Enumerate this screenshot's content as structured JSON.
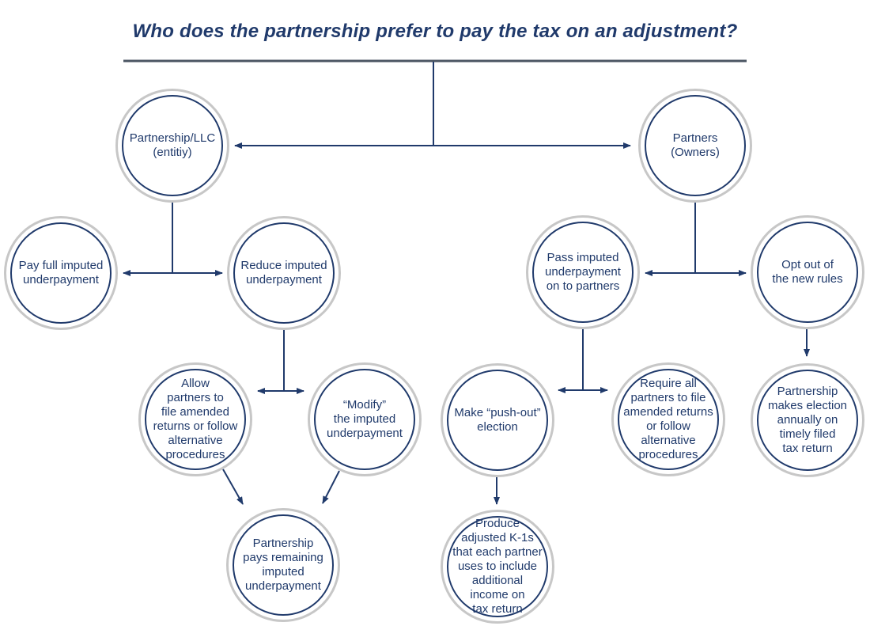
{
  "title": "Who does the partnership prefer to pay the tax on an adjustment?",
  "colors": {
    "node_text": "#203a6b",
    "node_border": "#203a6b",
    "node_outer_ring": "#c7c7c7",
    "connector": "#203a6b",
    "title_underline": "#4b5563",
    "background": "#ffffff"
  },
  "nodes": [
    {
      "id": "partnership-llc",
      "label": "Partnership/LLC\n(entitiy)"
    },
    {
      "id": "partners",
      "label": "Partners\n(Owners)"
    },
    {
      "id": "pay-full-imputed",
      "label": "Pay full imputed\nunderpayment"
    },
    {
      "id": "reduce-imputed",
      "label": "Reduce imputed\nunderpayment"
    },
    {
      "id": "pass-imputed",
      "label": "Pass imputed\nunderpayment\non to partners"
    },
    {
      "id": "opt-out",
      "label": "Opt out of\nthe new rules"
    },
    {
      "id": "allow-partners",
      "label": "Allow\npartners to\nfile amended\nreturns or follow\nalternative\nprocedures"
    },
    {
      "id": "modify-imputed",
      "label": "“Modify”\nthe imputed\nunderpayment"
    },
    {
      "id": "make-push-out",
      "label": "Make “push-out”\nelection"
    },
    {
      "id": "require-all",
      "label": "Require all\npartners to file\namended returns\nor follow\nalternative\nprocedures"
    },
    {
      "id": "election-annually",
      "label": "Partnership\nmakes election\nannually on\ntimely filed\ntax return"
    },
    {
      "id": "partnership-pays",
      "label": "Partnership\npays remaining\nimputed\nunderpayment"
    },
    {
      "id": "produce-k1s",
      "label": "Produce\nadjusted K-1s\nthat each partner\nuses to include\nadditional\nincome on\ntax return"
    }
  ]
}
